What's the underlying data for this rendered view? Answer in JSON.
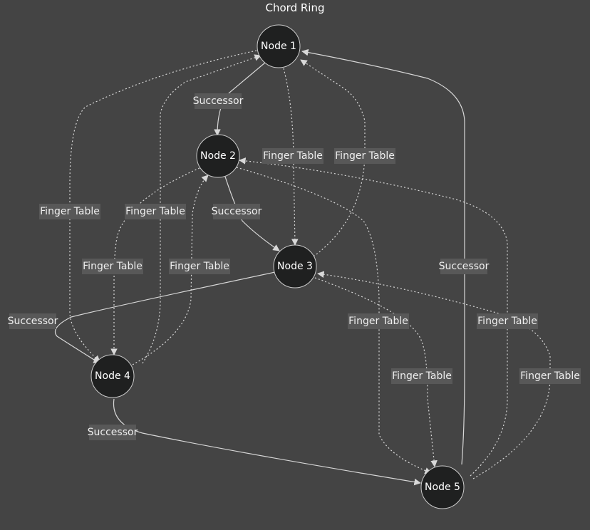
{
  "title": "Chord Ring",
  "nodes": [
    {
      "id": "n1",
      "label": "Node 1"
    },
    {
      "id": "n2",
      "label": "Node 2"
    },
    {
      "id": "n3",
      "label": "Node 3"
    },
    {
      "id": "n4",
      "label": "Node 4"
    },
    {
      "id": "n5",
      "label": "Node 5"
    }
  ],
  "edges": [
    {
      "id": "e1",
      "from": "n1",
      "to": "n2",
      "label": "Successor",
      "style": "solid"
    },
    {
      "id": "e2",
      "from": "n1",
      "to": "n3",
      "label": "Finger Table",
      "style": "dotted"
    },
    {
      "id": "e3",
      "from": "n1",
      "to": "n4",
      "label": "Finger Table",
      "style": "dotted"
    },
    {
      "id": "e4",
      "from": "n2",
      "to": "n3",
      "label": "Successor",
      "style": "solid"
    },
    {
      "id": "e5",
      "from": "n2",
      "to": "n4",
      "label": "Finger Table",
      "style": "dotted"
    },
    {
      "id": "e6",
      "from": "n2",
      "to": "n5",
      "label": "Finger Table",
      "style": "dotted"
    },
    {
      "id": "e7",
      "from": "n3",
      "to": "n4",
      "label": "Successor",
      "style": "solid"
    },
    {
      "id": "e8",
      "from": "n3",
      "to": "n1",
      "label": "Finger Table",
      "style": "dotted"
    },
    {
      "id": "e9",
      "from": "n3",
      "to": "n5",
      "label": "Finger Table",
      "style": "dotted"
    },
    {
      "id": "e10",
      "from": "n4",
      "to": "n5",
      "label": "Successor",
      "style": "solid"
    },
    {
      "id": "e11",
      "from": "n4",
      "to": "n1",
      "label": "Finger Table",
      "style": "dotted"
    },
    {
      "id": "e12",
      "from": "n4",
      "to": "n2",
      "label": "Finger Table",
      "style": "dotted"
    },
    {
      "id": "e13",
      "from": "n5",
      "to": "n1",
      "label": "Successor",
      "style": "solid"
    },
    {
      "id": "e14",
      "from": "n5",
      "to": "n2",
      "label": "Finger Table",
      "style": "dotted"
    },
    {
      "id": "e15",
      "from": "n5",
      "to": "n3",
      "label": "Finger Table",
      "style": "dotted"
    }
  ]
}
